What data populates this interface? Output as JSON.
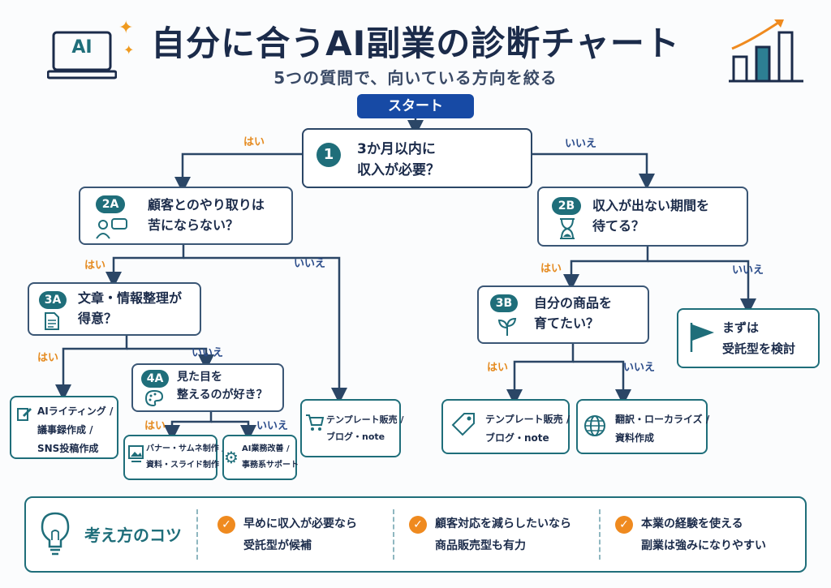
{
  "header": {
    "title": "自分に合うAI副業の診断チャート",
    "subtitle": "5つの質問で、向いている方向を絞る",
    "laptop_label": "AI"
  },
  "labels": {
    "yes": "はい",
    "no": "いいえ"
  },
  "start": "スタート",
  "q1": {
    "num": "1",
    "line1": "3か月以内に",
    "line2": "収入が必要？"
  },
  "q2a": {
    "badge": "2A",
    "line1": "顧客とのやり取りは",
    "line2": "苦にならない？"
  },
  "q2b": {
    "badge": "2B",
    "line1": "収入が出ない期間を",
    "line2": "待てる？"
  },
  "q3a": {
    "badge": "3A",
    "line1": "文章・情報整理が",
    "line2": "得意？"
  },
  "q3b": {
    "badge": "3B",
    "line1": "自分の商品を",
    "line2": "育てたい？"
  },
  "q4a": {
    "badge": "4A",
    "line1": "見た目を",
    "line2": "整えるのが好き？"
  },
  "results": {
    "writing": {
      "line1": "AIライティング /",
      "line2": "議事録作成 /",
      "line3": "SNS投稿作成"
    },
    "banner": {
      "line1": "バナー・サムネ制作 /",
      "line2": "資料・スライド制作"
    },
    "office": {
      "line1": "AI業務改善 /",
      "line2": "事務系サポート"
    },
    "template_a": {
      "line1": "テンプレート販売 /",
      "line2": "ブログ・note"
    },
    "template_b": {
      "line1": "テンプレート販売 /",
      "line2": "ブログ・note"
    },
    "translate": {
      "line1": "翻訳・ローカライズ /",
      "line2": "資料作成"
    },
    "consign": {
      "line1": "まずは",
      "line2": "受託型を検討"
    }
  },
  "tips": {
    "title": "考え方のコツ",
    "items": [
      {
        "line1": "早めに収入が必要なら",
        "line2": "受託型が候補"
      },
      {
        "line1": "顧客対応を減らしたいなら",
        "line2": "商品販売型も有力"
      },
      {
        "line1": "本業の経験を使える",
        "line2": "副業は強みになりやすい"
      }
    ]
  },
  "colors": {
    "navy": "#1b2b4a",
    "teal": "#1f6e7a",
    "orange": "#ef8a1f",
    "blue": "#174aa5"
  }
}
